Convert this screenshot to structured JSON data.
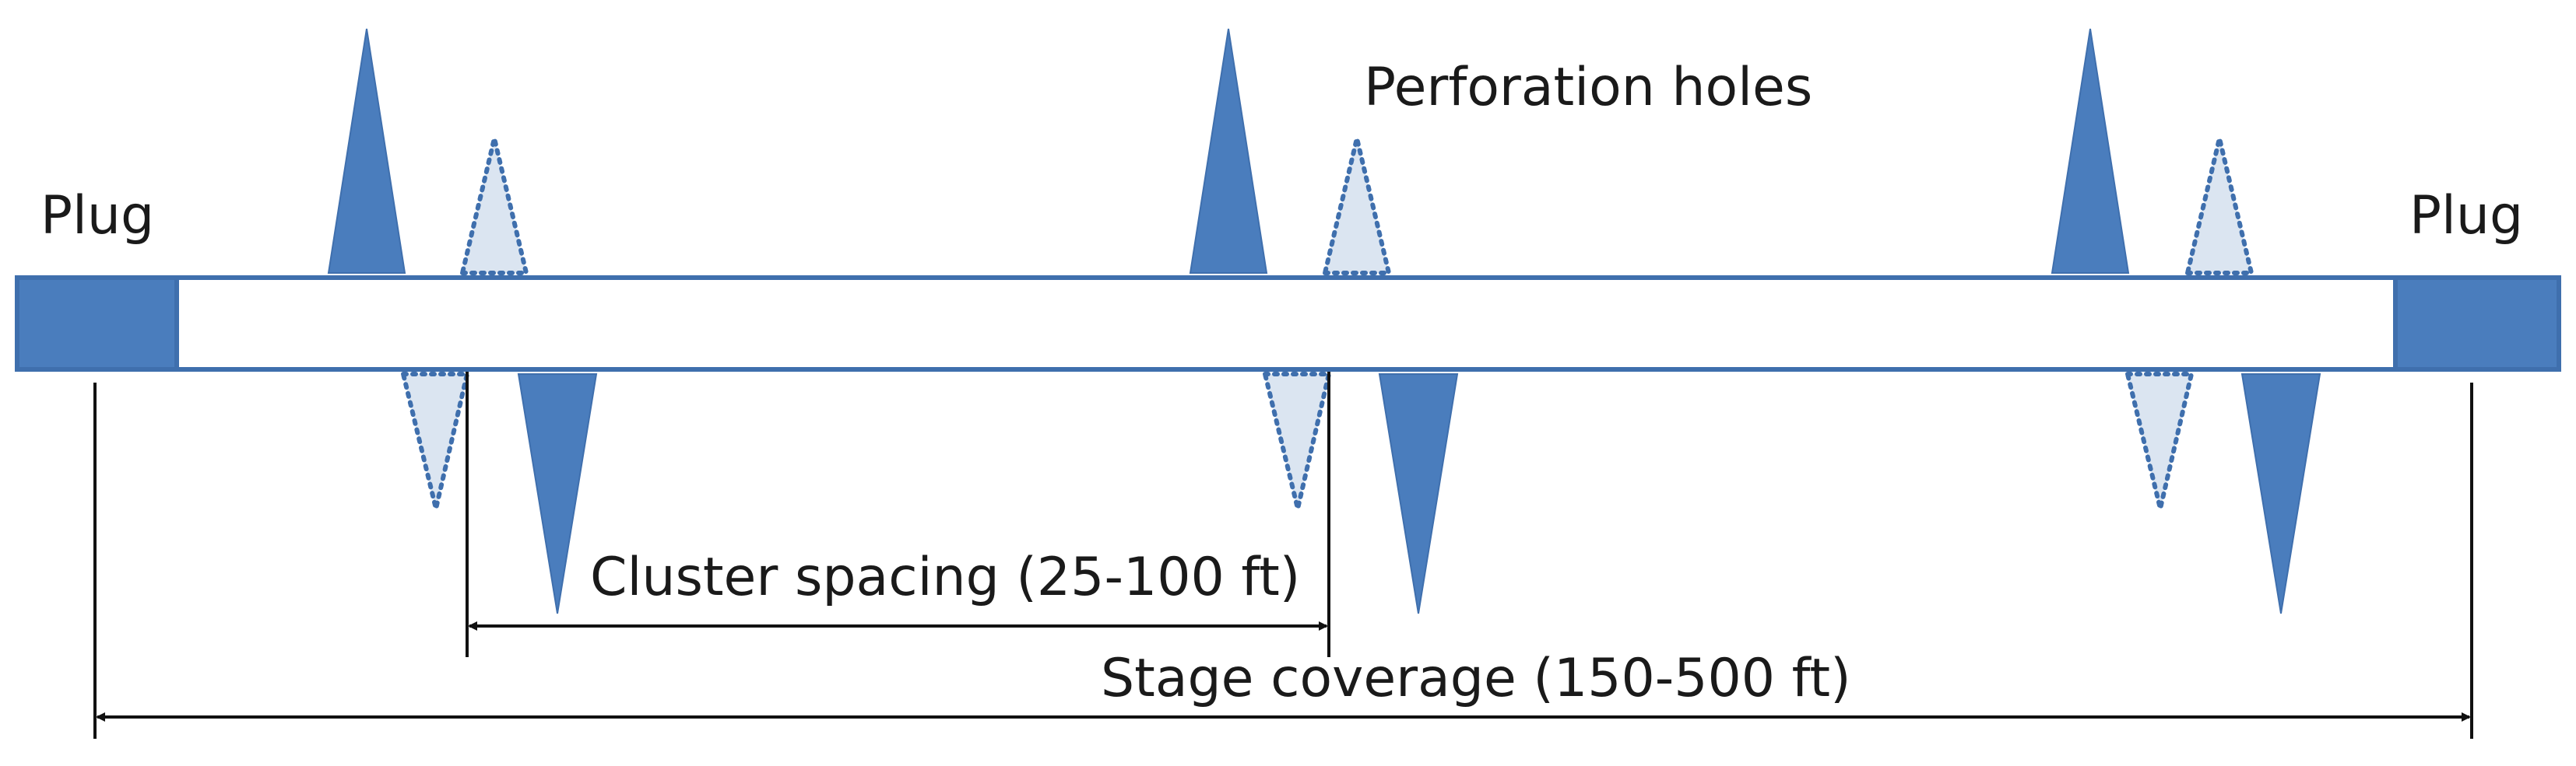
{
  "labels": {
    "plug_left": "Plug",
    "plug_right": "Plug",
    "perforation_holes": "Perforation holes",
    "cluster_spacing": "Cluster spacing (25-100 ft)",
    "stage_coverage": "Stage coverage (150-500 ft)"
  },
  "colors": {
    "plug_fill": "#4a7dbd",
    "wellbore_outline": "#3f6fad",
    "perforation_solid": "#4a7dbd",
    "perforation_dotted_fill": "#dbe5f1",
    "perforation_dotted_stroke": "#3f6fad",
    "dimension_line": "#111111"
  }
}
